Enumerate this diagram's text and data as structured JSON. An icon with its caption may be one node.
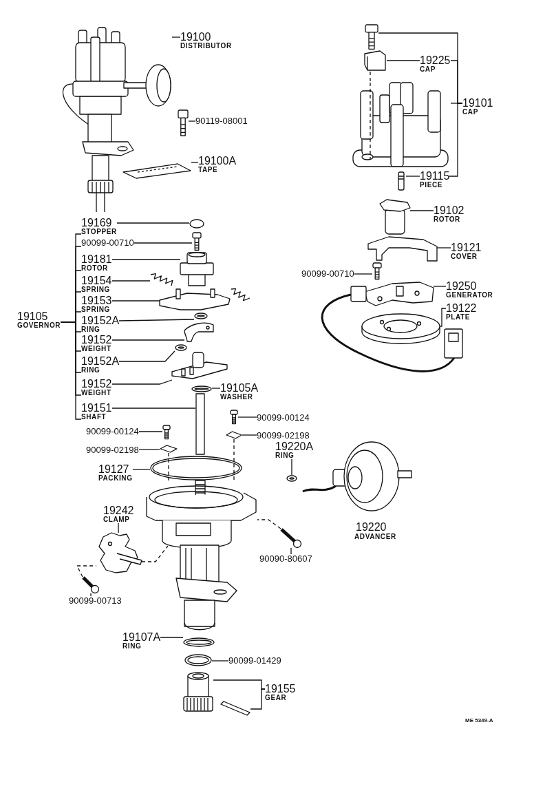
{
  "diagram": {
    "nodes": [
      {
        "text": [
          "19100",
          "DISTRIBUTOR"
        ]
      },
      {
        "text": [],
        "shape": "picture"
      },
      {
        "text": [
          "90119-08001"
        ]
      },
      {
        "text": [],
        "shape": "picture"
      },
      {
        "text": [
          "19100A",
          "TAPE"
        ]
      },
      {
        "text": [],
        "shape": "picture"
      },
      {
        "text": [],
        "shape": "picture"
      },
      {
        "text": [
          "19225",
          "CAP"
        ]
      },
      {
        "text": [],
        "shape": "picture"
      },
      {
        "text": [
          "19101",
          "CAP"
        ]
      },
      {
        "text": [],
        "shape": "picture"
      },
      {
        "text": [
          "19115",
          "PIECE"
        ]
      },
      {
        "text": [],
        "shape": "picture"
      },
      {
        "text": [
          "19169",
          "STOPPER"
        ]
      },
      {
        "text": [],
        "shape": "circle"
      },
      {
        "text": [
          "90099-00710"
        ]
      },
      {
        "text": [],
        "shape": "picture"
      },
      {
        "text": [
          "19181",
          "ROTOR"
        ]
      },
      {
        "text": [],
        "shape": "picture"
      },
      {
        "text": [
          "19154",
          "SPRING"
        ]
      },
      {
        "text": [],
        "shape": "picture"
      },
      {
        "text": [
          "19153",
          "SPRING"
        ]
      },
      {
        "text": [],
        "shape": "picture"
      },
      {
        "text": [
          "19102",
          "ROTOR"
        ]
      },
      {
        "text": [],
        "shape": "picture"
      },
      {
        "text": [
          "19121",
          "COVER"
        ]
      },
      {
        "text": [],
        "shape": "picture"
      },
      {
        "text": [
          "90099-00710"
        ]
      },
      {
        "text": [],
        "shape": "picture"
      },
      {
        "text": [
          "19250",
          "GENERATOR"
        ]
      },
      {
        "text": [],
        "shape": "picture"
      },
      {
        "text": [
          "19152A",
          "RING"
        ]
      },
      {
        "text": [],
        "shape": "picture"
      },
      {
        "text": [
          "19122",
          "PLATE"
        ]
      },
      {
        "text": [],
        "shape": "picture"
      },
      {
        "text": [
          "19152",
          "WEIGHT"
        ]
      },
      {
        "text": [],
        "shape": "picture"
      },
      {
        "text": [
          "19152A",
          "RING"
        ]
      },
      {
        "text": [],
        "shape": "picture"
      },
      {
        "text": [
          "19152",
          "WEIGHT"
        ]
      },
      {
        "text": [],
        "shape": "picture"
      },
      {
        "text": [
          "19105A",
          "WASHER"
        ]
      },
      {
        "text": [],
        "shape": "picture"
      },
      {
        "text": [
          "19151",
          "SHAFT"
        ]
      },
      {
        "text": [],
        "shape": "bar"
      },
      {
        "text": [
          "90099-00124"
        ]
      },
      {
        "text": [],
        "shape": "picture"
      },
      {
        "text": [
          "90099-02198"
        ]
      },
      {
        "text": [],
        "shape": "picture"
      },
      {
        "text": [
          "90099-00124"
        ]
      },
      {
        "text": [],
        "shape": "picture"
      },
      {
        "text": [
          "90099-02198"
        ]
      },
      {
        "text": [],
        "shape": "picture"
      },
      {
        "text": [
          "19220A",
          "RING"
        ]
      },
      {
        "text": [],
        "shape": "picture"
      },
      {
        "text": [
          "19127",
          "PACKING"
        ]
      },
      {
        "text": [],
        "shape": "picture"
      },
      {
        "text": [
          "19242",
          "CLAMP"
        ]
      },
      {
        "text": [],
        "shape": "picture"
      },
      {
        "text": [],
        "shape": "picture"
      },
      {
        "text": [
          "90090-80607"
        ]
      },
      {
        "text": [],
        "shape": "picture"
      },
      {
        "text": [
          "90099-00713"
        ]
      },
      {
        "text": [
          "19107A",
          "RING"
        ]
      },
      {
        "text": [],
        "shape": "picture"
      },
      {
        "text": [
          "90099-01429"
        ]
      },
      {
        "text": [],
        "shape": "picture"
      },
      {
        "text": [
          "19155",
          "GEAR"
        ]
      },
      {
        "text": [],
        "shape": "picture"
      },
      {
        "text": [],
        "shape": "picture"
      },
      {
        "text": [],
        "shape": "picture"
      },
      {
        "text": [
          "19105",
          "GOVERNOR"
        ]
      }
    ],
    "edges": [
      {
        "from": 0,
        "to": 1,
        "arrow": "none"
      },
      {
        "from": 2,
        "to": 3,
        "arrow": "none"
      },
      {
        "from": 4,
        "to": 5,
        "arrow": "none"
      },
      {
        "from": 7,
        "to": 8,
        "arrow": "none"
      },
      {
        "from": 9,
        "to": 10,
        "arrow": "none"
      },
      {
        "from": 9,
        "to": 6,
        "arrow": "none"
      },
      {
        "from": 11,
        "to": 12,
        "arrow": "none"
      },
      {
        "from": 13,
        "to": 14,
        "arrow": "none"
      },
      {
        "from": 15,
        "to": 16,
        "arrow": "none"
      },
      {
        "from": 17,
        "to": 18,
        "arrow": "none"
      },
      {
        "from": 19,
        "to": 20,
        "arrow": "none"
      },
      {
        "from": 21,
        "to": 22,
        "arrow": "none"
      },
      {
        "from": 23,
        "to": 24,
        "arrow": "none"
      },
      {
        "from": 25,
        "to": 26,
        "arrow": "none"
      },
      {
        "from": 27,
        "to": 28,
        "arrow": "none"
      },
      {
        "from": 29,
        "to": 30,
        "arrow": "none"
      },
      {
        "from": 31,
        "to": 32,
        "arrow": "none"
      },
      {
        "from": 33,
        "to": 34,
        "arrow": "none"
      },
      {
        "from": 35,
        "to": 36,
        "arrow": "none"
      },
      {
        "from": 37,
        "to": 38,
        "arrow": "none"
      },
      {
        "from": 39,
        "to": 40,
        "arrow": "none"
      },
      {
        "from": 41,
        "to": 42,
        "arrow": "none"
      },
      {
        "from": 43,
        "to": 44,
        "arrow": "none"
      },
      {
        "from": 45,
        "to": 46,
        "arrow": "none"
      },
      {
        "from": 47,
        "to": 48,
        "arrow": "none"
      },
      {
        "from": 49,
        "to": 50,
        "arrow": "none"
      },
      {
        "from": 51,
        "to": 52,
        "arrow": "none"
      },
      {
        "from": 53,
        "to": 54,
        "arrow": "none"
      },
      {
        "from": 55,
        "to": 56,
        "arrow": "none"
      },
      {
        "from": 57,
        "to": 58,
        "arrow": "none"
      },
      {
        "from": 60,
        "to": 59,
        "arrow": "none"
      },
      {
        "from": 62,
        "to": 61,
        "arrow": "none"
      },
      {
        "from": 63,
        "to": 64,
        "arrow": "none"
      },
      {
        "from": 65,
        "to": 66,
        "arrow": "none"
      },
      {
        "from": 67,
        "to": 68,
        "arrow": "none"
      },
      {
        "from": 67,
        "to": 69,
        "arrow": "none"
      },
      {
        "from": 9,
        "to": 7,
        "arrow": "none"
      },
      {
        "from": 9,
        "to": 11,
        "arrow": "none"
      },
      {
        "from": 8,
        "to": 10,
        "arrow": "none",
        "style": "dashed"
      },
      {
        "from": 48,
        "to": 70,
        "arrow": "none",
        "style": "dashed"
      },
      {
        "from": 52,
        "to": 70,
        "arrow": "none",
        "style": "dashed"
      },
      {
        "from": 59,
        "to": 70,
        "arrow": "none",
        "style": "dashed"
      },
      {
        "from": 58,
        "to": 70,
        "arrow": "none",
        "style": "dashed"
      },
      {
        "from": 61,
        "to": 58,
        "arrow": "none",
        "style": "dashed"
      },
      {
        "from": 71,
        "to": 13,
        "arrow": "none"
      },
      {
        "from": 71,
        "to": 15,
        "arrow": "none"
      },
      {
        "from": 71,
        "to": 17,
        "arrow": "none"
      },
      {
        "from": 71,
        "to": 19,
        "arrow": "none"
      },
      {
        "from": 71,
        "to": 21,
        "arrow": "none"
      },
      {
        "from": 71,
        "to": 31,
        "arrow": "none"
      },
      {
        "from": 71,
        "to": 35,
        "arrow": "none"
      },
      {
        "from": 71,
        "to": 37,
        "arrow": "none"
      },
      {
        "from": 71,
        "to": 39,
        "arrow": "none"
      },
      {
        "from": 71,
        "to": 43,
        "arrow": "none"
      }
    ],
    "labels": [
      "19220",
      "ADVANCER",
      "ME 5349-A"
    ]
  }
}
